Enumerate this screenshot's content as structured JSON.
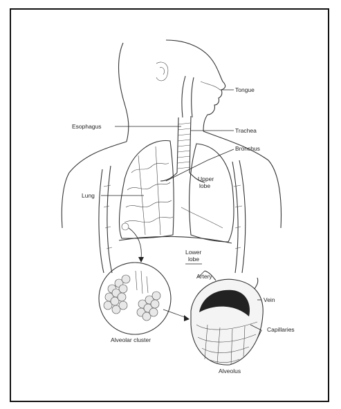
{
  "labels": {
    "tongue": "Tongue",
    "esophagus": "Esophagus",
    "trachea": "Trachea",
    "bronchus": "Bronchus",
    "lung": "Lung",
    "upper_lobe_1": "Upper",
    "upper_lobe_2": "lobe",
    "lower_lobe_1": "Lower",
    "lower_lobe_2": "lobe",
    "artery": "Artery",
    "vein": "Vein",
    "capillaries": "Capillaries",
    "alveolar_cluster": "Alveolar cluster",
    "alveolus": "Alveolus"
  }
}
